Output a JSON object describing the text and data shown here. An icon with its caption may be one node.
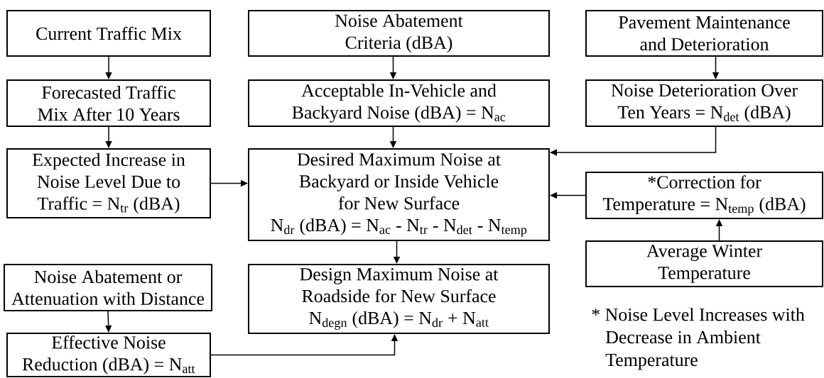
{
  "diagram": {
    "nodes": [
      {
        "text": [
          "Current Traffic Mix"
        ]
      },
      {
        "text": [
          "Noise Abatement Criteria (dBA)"
        ]
      },
      {
        "text": [
          "Pavement Maintenance and Deterioration"
        ]
      },
      {
        "text": [
          "Forecasted Traffic Mix After 10 Years"
        ]
      },
      {
        "text": [
          "Acceptable In-Vehicle and Backyard Noise (dBA) = N$_{ac}$"
        ]
      },
      {
        "text": [
          "Noise Deterioration Over Ten Years = N$_{det}$ (dBA)"
        ]
      },
      {
        "text": [
          "Expected Increase in Noise Level Due to Traffic = N$_{tr}$ (dBA)"
        ]
      },
      {
        "text": [
          "Desired Maximum Noise at Backyard or Inside Vehicle for New Surface",
          "N$_{dr}$ (dBA) = N$_{ac}$ - N$_{tr}$ - N$_{det}$ - N$_{temp}$"
        ]
      },
      {
        "text": [
          "*Correction for Temperature = N$_{temp}$ (dBA)"
        ]
      },
      {
        "text": [
          "Design Maximum Noise at Roadside for New Surface",
          "N$_{degn}$ (dBA) = N$_{dr}$ + N$_{att}$"
        ]
      },
      {
        "text": [
          "Average Winter Temperature"
        ]
      },
      {
        "text": [
          "Noise Abatement or Attenuation with Distance"
        ]
      },
      {
        "text": [
          "Effective Noise Reduction (dBA) = N$_{att}$"
        ]
      }
    ],
    "edges": [
      {
        "from": 0,
        "to": 3,
        "arrow": "to"
      },
      {
        "from": 3,
        "to": 6,
        "arrow": "to"
      },
      {
        "from": 1,
        "to": 4,
        "arrow": "to"
      },
      {
        "from": 4,
        "to": 7,
        "arrow": "to"
      },
      {
        "from": 2,
        "to": 5,
        "arrow": "to"
      },
      {
        "from": 5,
        "to": 7,
        "arrow": "to"
      },
      {
        "from": 6,
        "to": 7,
        "arrow": "to"
      },
      {
        "from": 8,
        "to": 7,
        "arrow": "to"
      },
      {
        "from": 10,
        "to": 8,
        "arrow": "to"
      },
      {
        "from": 7,
        "to": 9,
        "arrow": "to"
      },
      {
        "from": 11,
        "to": 12,
        "arrow": "to"
      },
      {
        "from": 12,
        "to": 9,
        "arrow": "to"
      }
    ],
    "labels": [
      "* Noise Level Increases with Decrease in Ambient Temperature"
    ]
  }
}
